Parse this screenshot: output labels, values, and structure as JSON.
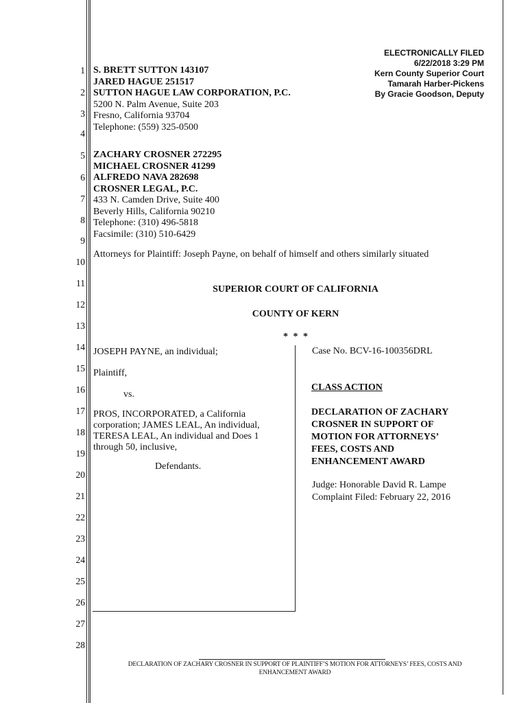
{
  "stamp": {
    "lines": [
      "ELECTRONICALLY FILED",
      "6/22/2018 3:29 PM",
      "Kern County Superior Court",
      "Tamarah Harber-Pickens",
      "By Gracie Goodson, Deputy"
    ]
  },
  "line_numbers": [
    "1",
    "2",
    "3",
    "4",
    "5",
    "6",
    "7",
    "8",
    "9",
    "10",
    "11",
    "12",
    "13",
    "14",
    "15",
    "16",
    "17",
    "18",
    "19",
    "20",
    "21",
    "22",
    "23",
    "24",
    "25",
    "26",
    "27",
    "28"
  ],
  "attorneys_1": {
    "name1": "S. BRETT SUTTON 143107",
    "name2": "JARED HAGUE 251517",
    "firm": "SUTTON HAGUE LAW CORPORATION, P.C.",
    "address1": "5200 N. Palm Avenue, Suite 203",
    "address2": "Fresno, California  93704",
    "phone": "Telephone: (559) 325-0500"
  },
  "attorneys_2": {
    "name1": "ZACHARY CROSNER 272295",
    "name2": "MICHAEL CROSNER 41299",
    "name3": "ALFREDO NAVA 282698",
    "firm": "CROSNER LEGAL, P.C.",
    "address1": "433 N. Camden Drive, Suite 400",
    "address2": "Beverly Hills, California 90210",
    "phone": "Telephone: (310) 496-5818",
    "fax": "Facsimile: (310) 510-6429"
  },
  "attorneys_for": "Attorneys for Plaintiff: Joseph Payne, on behalf of himself and others similarly situated",
  "court": {
    "name": "SUPERIOR COURT OF CALIFORNIA",
    "county": "COUNTY OF KERN",
    "separator": "* * *"
  },
  "caption": {
    "plaintiff": "JOSEPH PAYNE, an individual;",
    "plaintiff_label": "Plaintiff,",
    "vs": "vs.",
    "defendants_1": "PROS, INCORPORATED, a California",
    "defendants_2": "corporation; JAMES LEAL, An individual,",
    "defendants_3": "TERESA LEAL, An individual and Does 1",
    "defendants_4": "through 50, inclusive,",
    "defendants_label": "Defendants."
  },
  "case_info": {
    "case_no": "Case No. BCV-16-100356DRL",
    "class_action": "CLASS ACTION",
    "title_1": "DECLARATION OF ZACHARY",
    "title_2": "CROSNER IN SUPPORT OF",
    "title_3": "MOTION FOR ATTORNEYS’",
    "title_4": "FEES, COSTS AND",
    "title_5": "ENHANCEMENT AWARD",
    "judge": "Judge: Honorable David R. Lampe",
    "filed": "Complaint Filed: February 22, 2016"
  },
  "footer": {
    "line1": "DECLARATION OF ZACHARY CROSNER IN SUPPORT OF PLAINTIFF’S MOTION FOR ATTORNEYS’ FEES, COSTS AND",
    "line2": "ENHANCEMENT AWARD"
  }
}
